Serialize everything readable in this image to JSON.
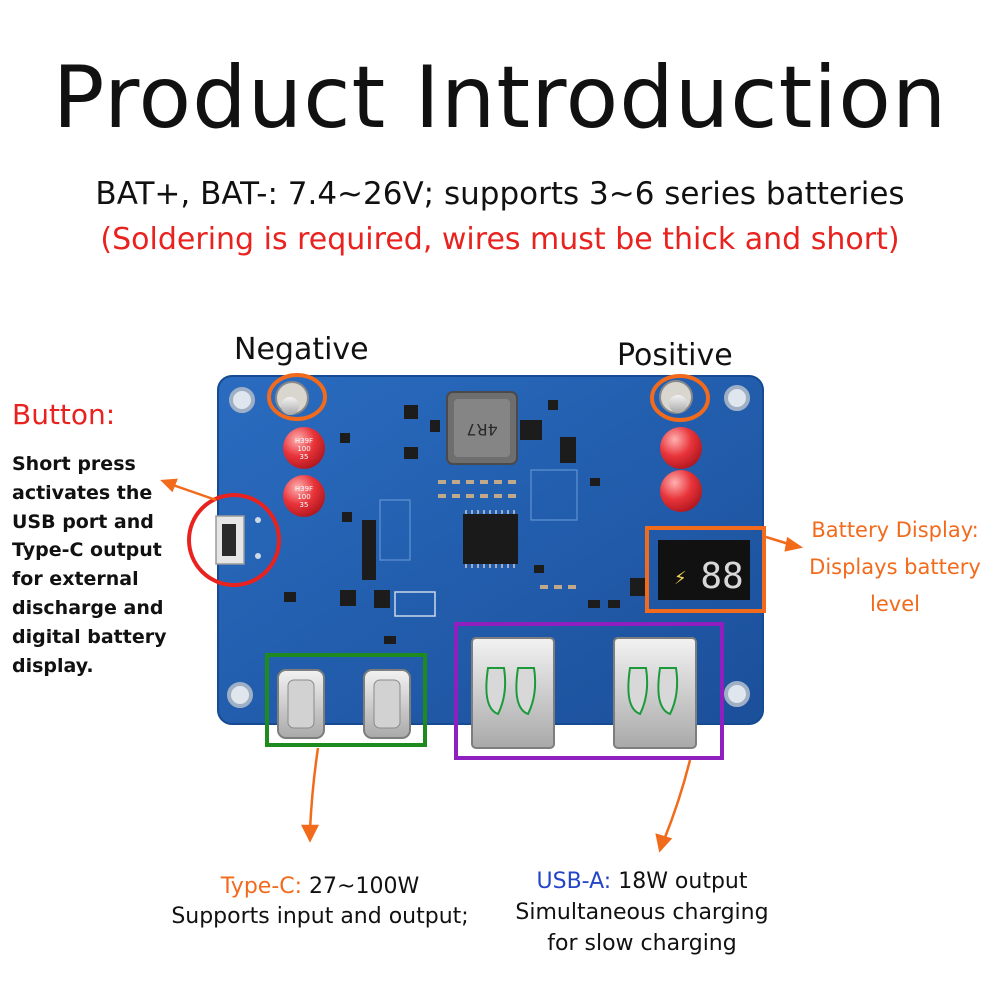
{
  "header": {
    "title": "Product Introduction",
    "spec_line": "BAT+, BAT-: 7.4~26V; supports 3~6 series batteries",
    "warning_line": "(Soldering is required, wires must be thick and short)"
  },
  "labels": {
    "negative": "Negative",
    "positive": "Positive"
  },
  "button": {
    "title": "Button:",
    "lines": [
      "Short press",
      "activates the",
      "USB port and",
      "Type-C output",
      "for external",
      "discharge and",
      "digital battery",
      "display."
    ]
  },
  "battery_display": {
    "lines": [
      "Battery Display:",
      "Displays battery",
      "level"
    ]
  },
  "type_c": {
    "name": "Type-C:",
    "power": " 27~100W",
    "desc": "Supports input and output;"
  },
  "usb_a": {
    "name": "USB-A:",
    "power": " 18W output",
    "desc1": "Simultaneous charging",
    "desc2": "for slow charging"
  },
  "board": {
    "inductor_marking": "4R7",
    "capacitor_marking": "H39F 100 35",
    "display_digits": "88"
  },
  "colors": {
    "warning_red": "#e8231f",
    "accent_orange": "#f26a1b",
    "usba_blue": "#2445c8",
    "typec_box_green": "#1f8b1f",
    "usba_box_purple": "#8f1fbf",
    "pcb_blue": "#1f5fb0"
  }
}
